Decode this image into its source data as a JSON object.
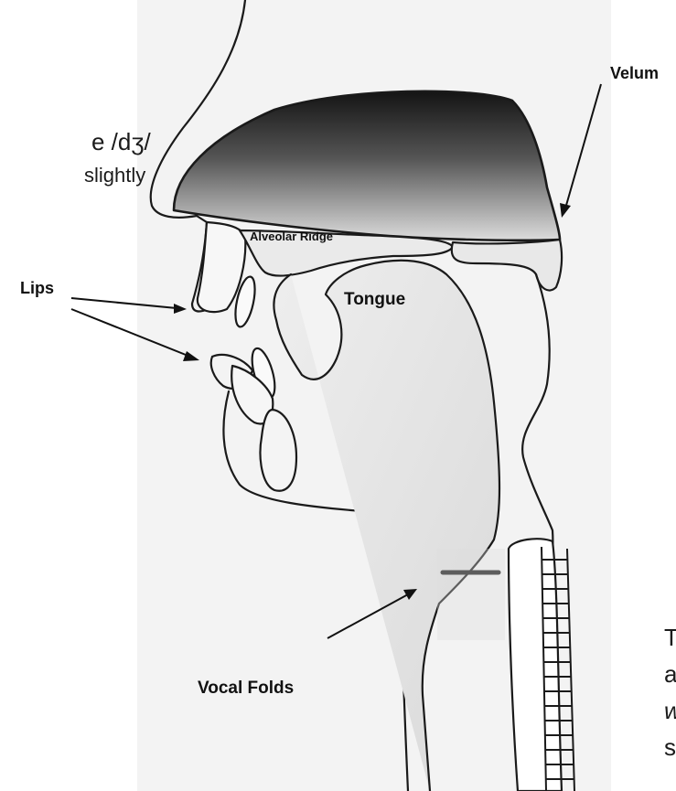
{
  "labels": {
    "velum": "Velum",
    "alveolar_ridge": "Alveolar Ridge",
    "lips": "Lips",
    "tongue": "Tongue",
    "vocal_folds": "Vocal Folds"
  },
  "side_text_left": {
    "line1": "e /dʒ/",
    "line2": "slightly"
  },
  "side_text_right": [
    "T",
    "a",
    "w",
    "s"
  ]
}
